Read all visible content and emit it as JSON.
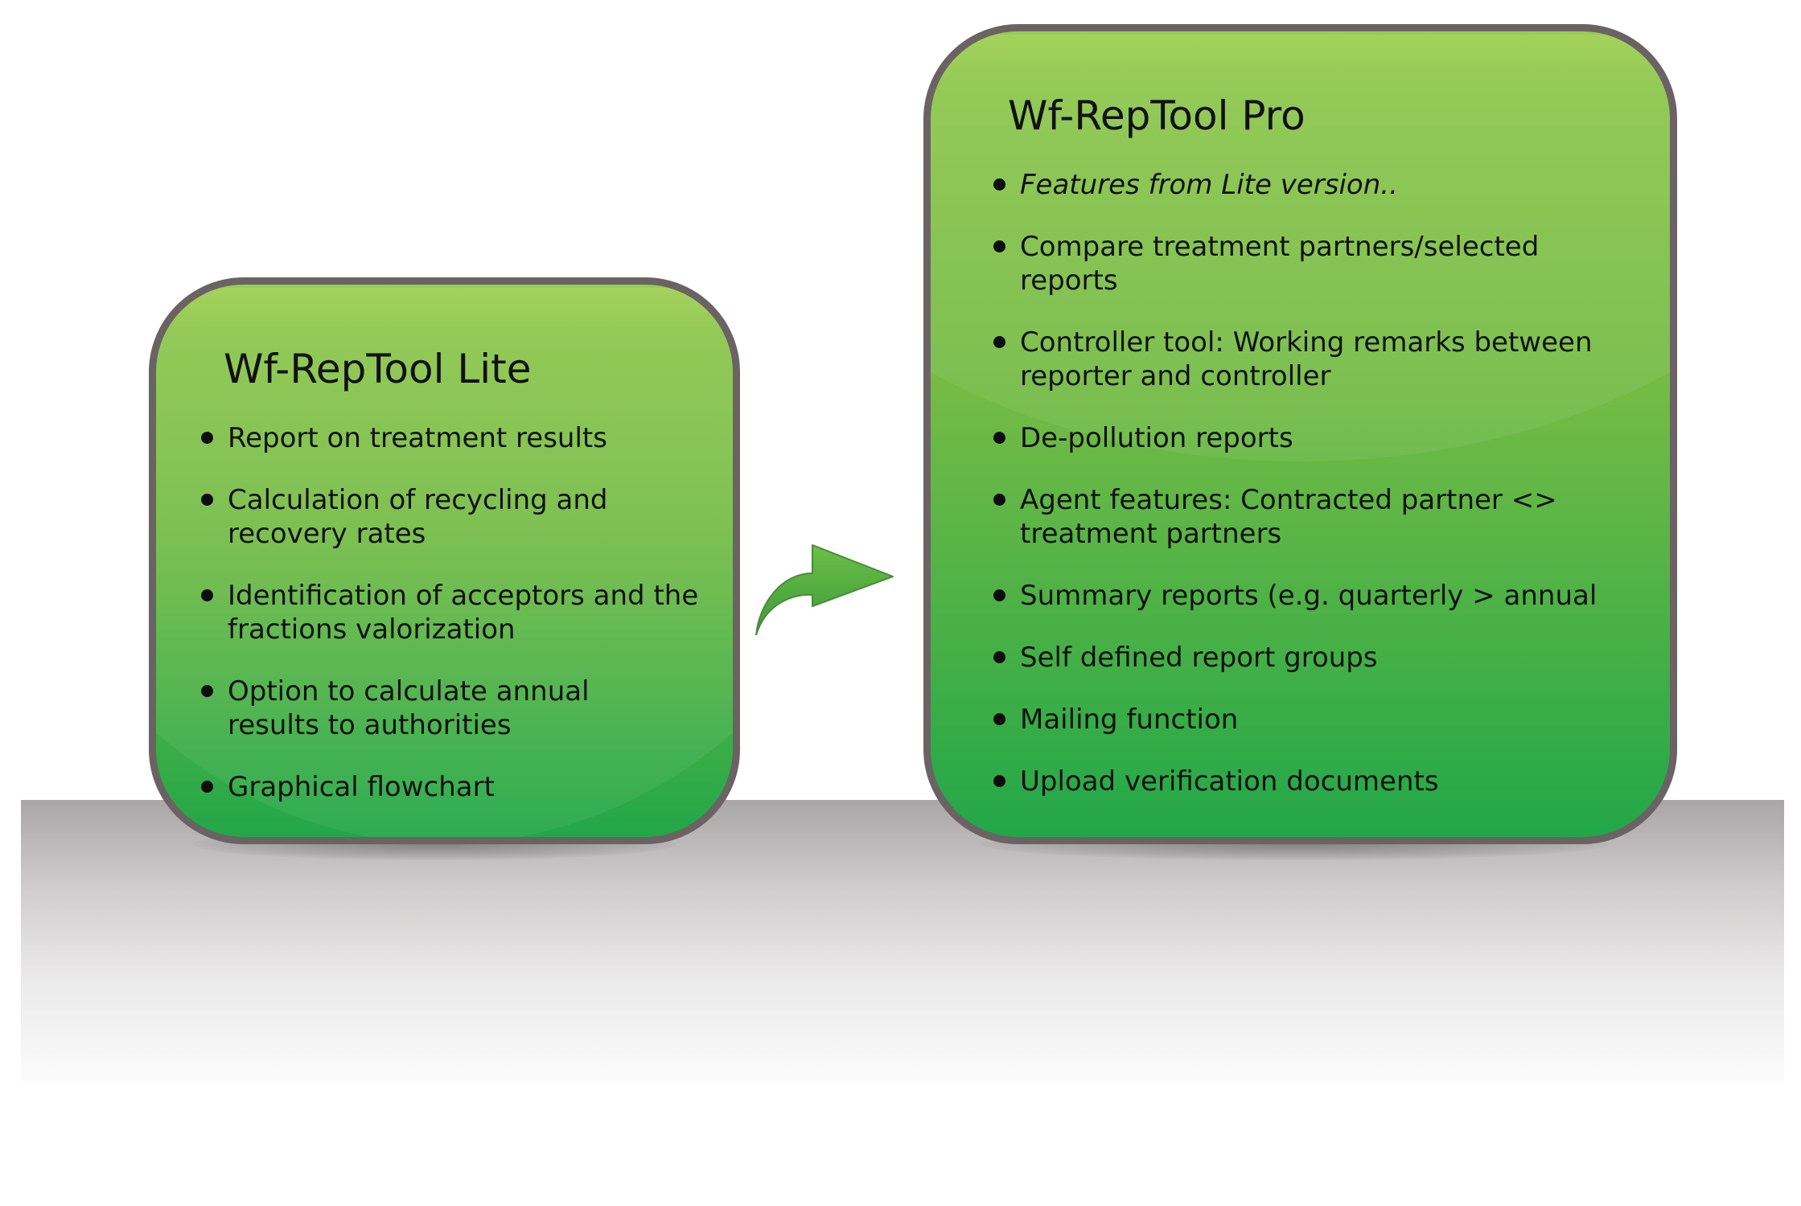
{
  "colors": {
    "box_green_top": "#8fc74a",
    "box_green_bottom": "#22a748",
    "box_border": "#6b6264",
    "arrow_green": "#4fa93f",
    "floor_gray": "#aaa5a6"
  },
  "lite": {
    "title": "Wf-RepTool Lite",
    "items": [
      "Report on treatment results",
      "Calculation of recycling and recovery rates",
      "Identification of acceptors and the fractions valorization",
      "Option to calculate annual results to authorities",
      "Graphical flowchart"
    ]
  },
  "pro": {
    "title": "Wf-RepTool Pro",
    "items": [
      "Features from Lite version..",
      "Compare treatment partners/selected reports",
      "Controller tool: Working remarks between reporter and controller",
      "De-pollution reports",
      "Agent features: Contracted partner <> treatment partners",
      "Summary reports (e.g. quarterly > annual",
      "Self defined report groups",
      "Mailing function",
      "Upload verification documents"
    ]
  },
  "arrow_icon": "curved-right-arrow-icon"
}
